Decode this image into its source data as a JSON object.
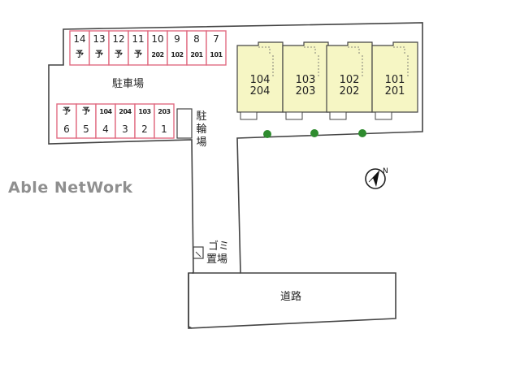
{
  "watermark": "Able NetWork",
  "labels": {
    "parking_lot": "駐車場",
    "bicycle_parking": [
      "駐",
      "輪",
      "場"
    ],
    "garbage": [
      "ゴミ",
      "置場"
    ],
    "road": "道路"
  },
  "parking_top": [
    {
      "num": "14",
      "sub": "予"
    },
    {
      "num": "13",
      "sub": "予"
    },
    {
      "num": "12",
      "sub": "予"
    },
    {
      "num": "11",
      "sub": "予"
    },
    {
      "num": "10",
      "sub": "202"
    },
    {
      "num": "9",
      "sub": "102"
    },
    {
      "num": "8",
      "sub": "201"
    },
    {
      "num": "7",
      "sub": "101"
    }
  ],
  "parking_bottom": [
    {
      "num": "6",
      "sub": "予"
    },
    {
      "num": "5",
      "sub": "予"
    },
    {
      "num": "4",
      "sub": "104"
    },
    {
      "num": "3",
      "sub": "204"
    },
    {
      "num": "2",
      "sub": "103"
    },
    {
      "num": "1",
      "sub": "203"
    }
  ],
  "buildings": [
    {
      "lower": "104",
      "upper": "204"
    },
    {
      "lower": "103",
      "upper": "203"
    },
    {
      "lower": "102",
      "upper": "202"
    },
    {
      "lower": "101",
      "upper": "201"
    }
  ],
  "colors": {
    "building_fill": "#f6f6c4",
    "stall_border": "#e06b82",
    "tree": "#2e8b2e",
    "outline": "#444444"
  },
  "compass_icon": "compass-north-arrow"
}
